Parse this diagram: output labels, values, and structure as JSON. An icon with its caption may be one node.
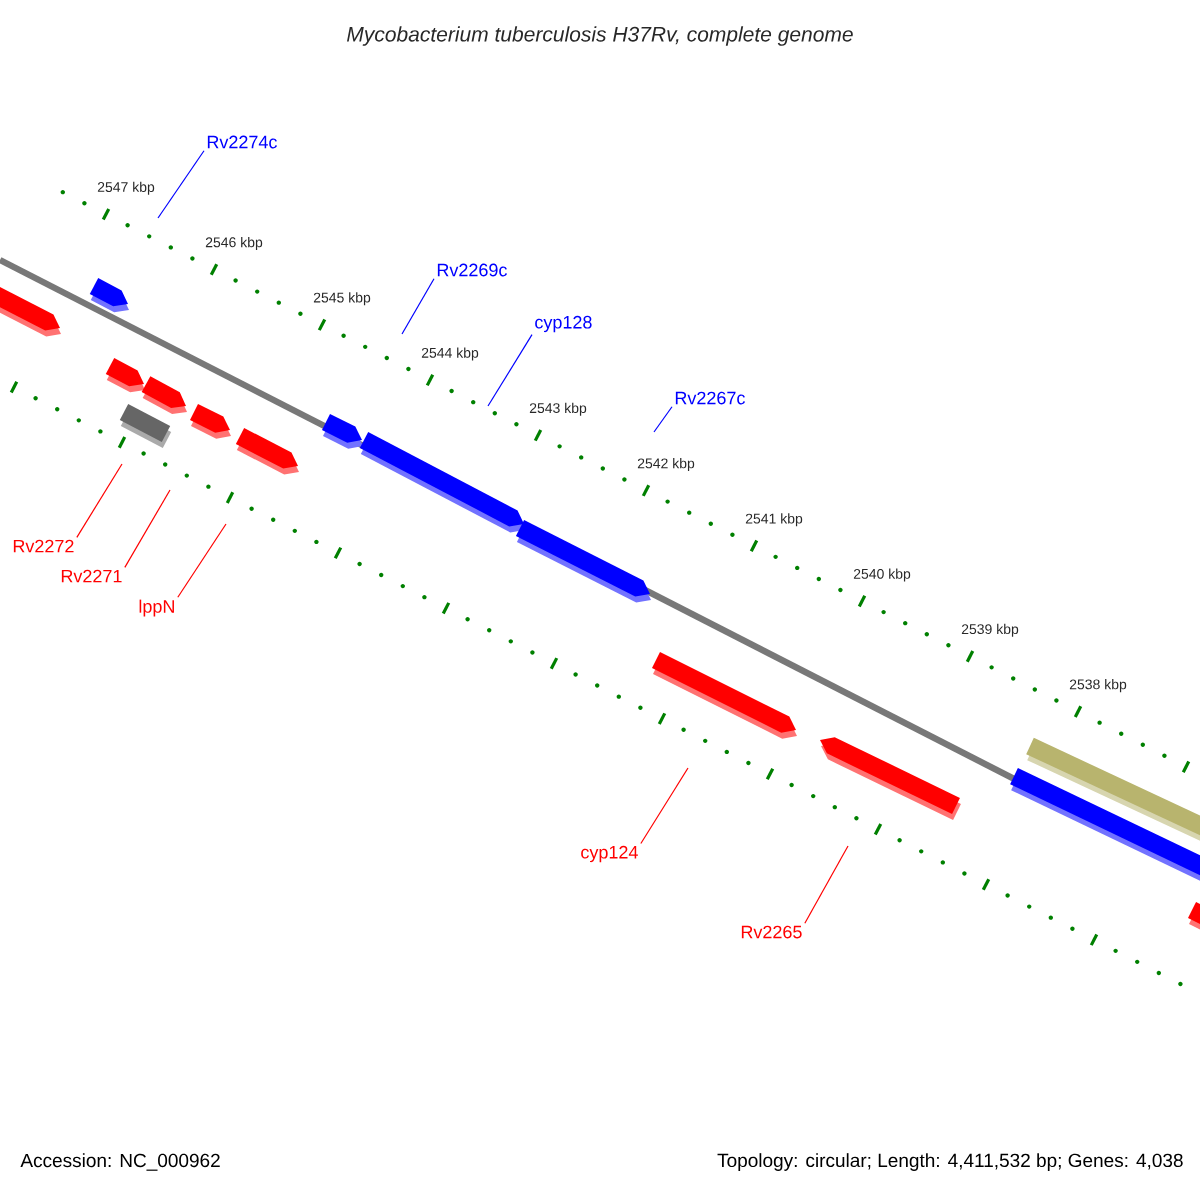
{
  "diagram": {
    "title": "Mycobacterium tuberculosis H37Rv, complete genome",
    "nodes": [
      {
        "text": [
          "Rv2274c"
        ]
      },
      {
        "text": [
          "Rv2269c"
        ]
      },
      {
        "text": [
          "cyp128"
        ]
      },
      {
        "text": [
          "Rv2267c"
        ]
      },
      {
        "text": [
          "Rv2272"
        ]
      },
      {
        "text": [
          "Rv2271"
        ]
      },
      {
        "text": [
          "lppN"
        ]
      },
      {
        "text": [
          "cyp124"
        ]
      },
      {
        "text": [
          "Rv2265"
        ]
      }
    ],
    "edges": [
      {
        "from": 0,
        "to": null,
        "arrow": "none",
        "color": "#0000ff"
      },
      {
        "from": 1,
        "to": null,
        "arrow": "none",
        "color": "#0000ff"
      },
      {
        "from": 2,
        "to": null,
        "arrow": "none",
        "color": "#0000ff"
      },
      {
        "from": 3,
        "to": null,
        "arrow": "none",
        "color": "#0000ff"
      },
      {
        "from": 4,
        "to": null,
        "arrow": "none"
      },
      {
        "from": 5,
        "to": null,
        "arrow": "none"
      },
      {
        "from": 6,
        "to": null,
        "arrow": "none"
      },
      {
        "from": 7,
        "to": null,
        "arrow": "none"
      },
      {
        "from": 8,
        "to": null,
        "arrow": "none"
      }
    ],
    "labels": [
      "2547 kbp",
      "2546 kbp",
      "2545 kbp",
      "2544 kbp",
      "2543 kbp",
      "2542 kbp",
      "2541 kbp",
      "2540 kbp",
      "2539 kbp",
      "2538 kbp",
      "Accession: NC_000962",
      "Topology: circular; Length: 4,411,532 bp; Genes: 4,038"
    ]
  }
}
